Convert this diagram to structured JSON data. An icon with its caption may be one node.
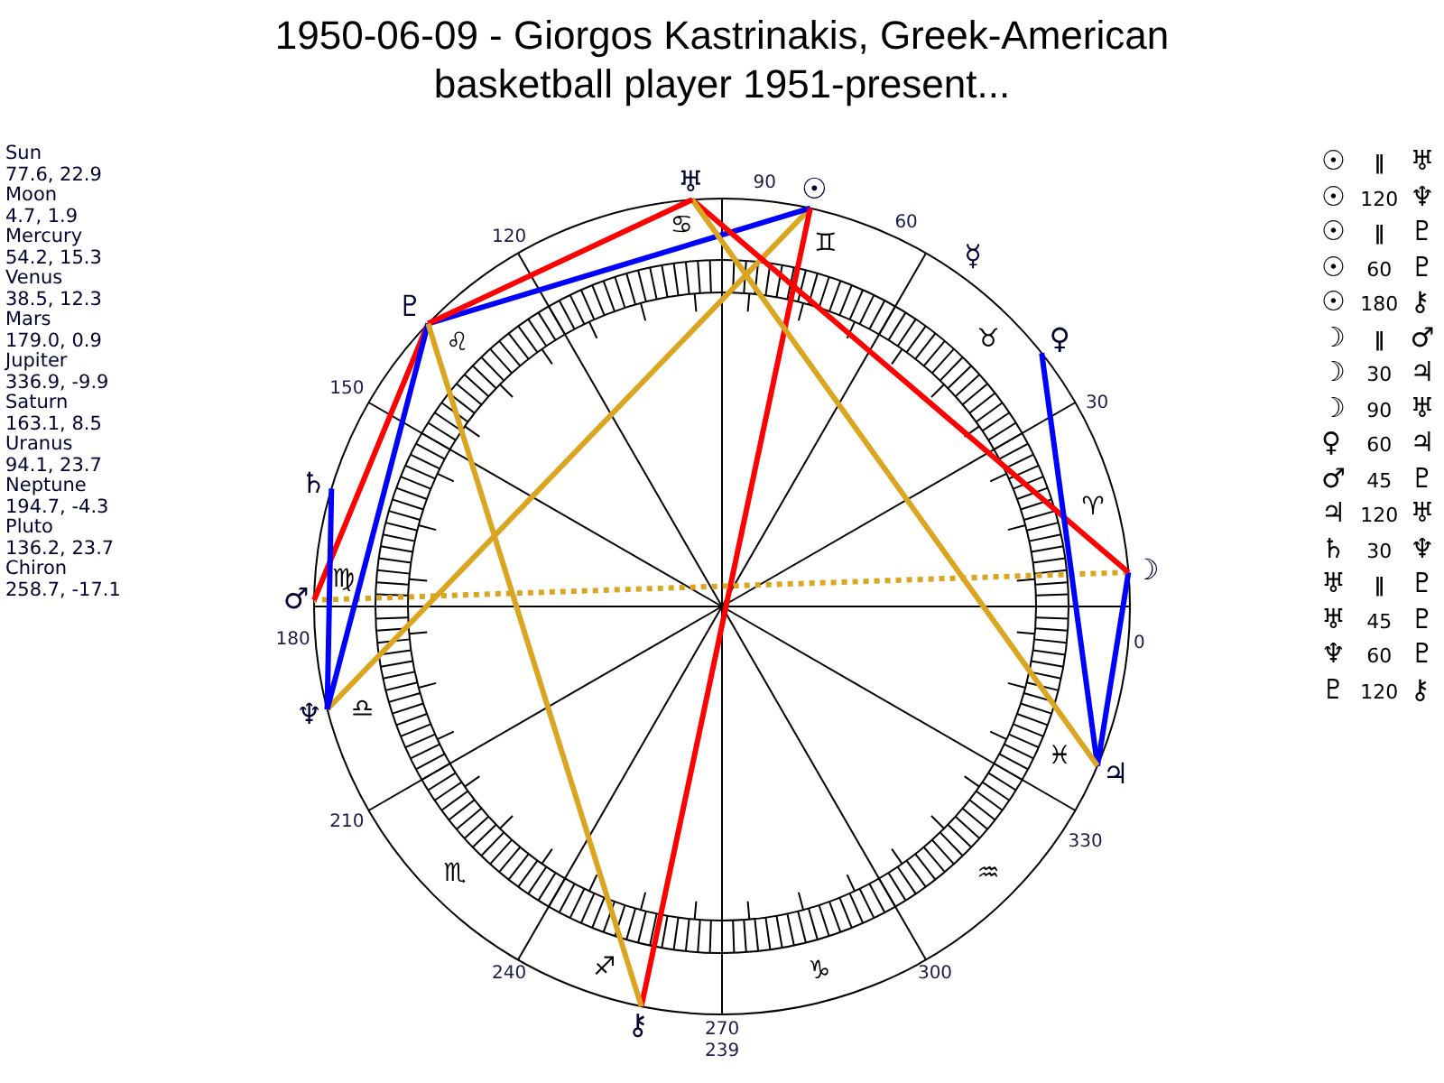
{
  "diagram": {
    "title": "1950-06-09 - Giorgos Kastrinakis, Greek-American basketball player 1951-present...",
    "nodes": [
      {
        "text": [
          "☉"
        ]
      },
      {
        "text": [
          "☽"
        ]
      },
      {
        "text": [
          "☿"
        ]
      },
      {
        "text": [
          "♀"
        ]
      },
      {
        "text": [
          "♂"
        ]
      },
      {
        "text": [
          "♃"
        ]
      },
      {
        "text": [
          "♄"
        ]
      },
      {
        "text": [
          "♅"
        ]
      },
      {
        "text": [
          "♆"
        ]
      },
      {
        "text": [
          "♇"
        ]
      },
      {
        "text": [
          "⚷"
        ]
      }
    ],
    "edges": [
      {
        "from": 0,
        "to": 8,
        "arrow": "none",
        "color": "#daa520"
      },
      {
        "from": 0,
        "to": 9,
        "arrow": "none",
        "color": "#0000ff"
      },
      {
        "from": 0,
        "to": 10,
        "arrow": "none",
        "color": "#ff0000"
      },
      {
        "from": 1,
        "to": 4,
        "arrow": "none",
        "style": "dashed",
        "color": "#daa520"
      },
      {
        "from": 1,
        "to": 5,
        "arrow": "none",
        "color": "#0000ff"
      },
      {
        "from": 1,
        "to": 7,
        "arrow": "none",
        "color": "#ff0000"
      },
      {
        "from": 3,
        "to": 5,
        "arrow": "none",
        "color": "#0000ff"
      },
      {
        "from": 4,
        "to": 9,
        "arrow": "none",
        "color": "#ff0000"
      },
      {
        "from": 5,
        "to": 7,
        "arrow": "none",
        "color": "#daa520"
      },
      {
        "from": 6,
        "to": 8,
        "arrow": "none",
        "color": "#0000ff"
      },
      {
        "from": 7,
        "to": 9,
        "arrow": "none",
        "color": "#ff0000"
      },
      {
        "from": 8,
        "to": 9,
        "arrow": "none",
        "color": "#0000ff"
      },
      {
        "from": 9,
        "to": 10,
        "arrow": "none",
        "color": "#daa520"
      }
    ],
    "labels": [
      "Sun",
      "77.6, 22.9",
      "Moon",
      "4.7, 1.9",
      "Mercury",
      "54.2, 15.3",
      "Venus",
      "38.5, 12.3",
      "Mars",
      "179.0, 0.9",
      "Jupiter",
      "336.9, -9.9",
      "Saturn",
      "163.1, 8.5",
      "Uranus",
      "94.1, 23.7",
      "Neptune",
      "194.7, -4.3",
      "Pluto",
      "136.2, 23.7",
      "Chiron",
      "258.7, -17.1",
      "90",
      "120",
      "60",
      "150",
      "30",
      "0",
      "180",
      "210",
      "330",
      "240",
      "300",
      "270",
      "239",
      "♊",
      "♋",
      "♉",
      "♌",
      "♈",
      "♍",
      "♓",
      "♎",
      "♒",
      "♏",
      "♐",
      "♑",
      "☉ ∥ ♅",
      "☉ 120 ♆",
      "☉ ∥ ♇",
      "☉ 60 ♇",
      "☉ 180 ⚷",
      "☽ ∥ ♂",
      "☽ 30 ♃",
      "☽ 90 ♅",
      "♀ 60 ♃",
      "♂ 45 ♇",
      "♃ 120 ♅",
      "♄ 30 ♆",
      "♅ ∥ ♇",
      "♅ 45 ♇",
      "♆ 60 ♇",
      "♇ 120 ⚷"
    ]
  }
}
